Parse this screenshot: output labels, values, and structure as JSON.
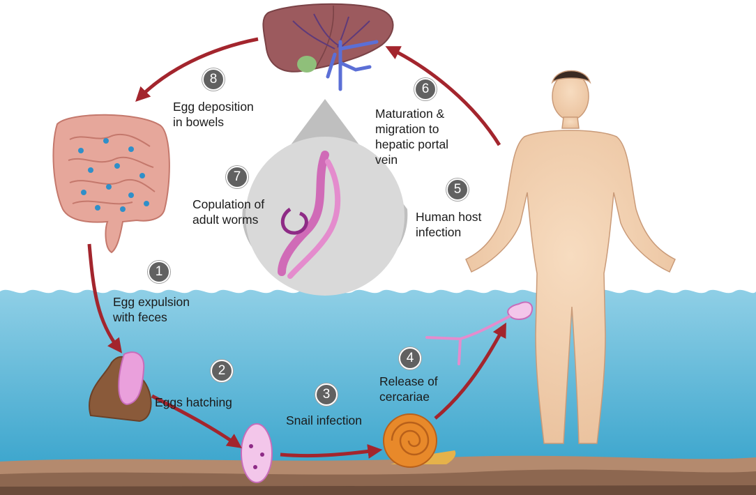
{
  "steps": [
    {
      "number": "1",
      "lines": [
        "Egg expulsion",
        "with feces"
      ]
    },
    {
      "number": "2",
      "lines": [
        "Eggs hatching"
      ]
    },
    {
      "number": "3",
      "lines": [
        "Snail infection"
      ]
    },
    {
      "number": "4",
      "lines": [
        "Release of",
        "cercariae"
      ]
    },
    {
      "number": "5",
      "lines": [
        "Human host",
        "infection"
      ]
    },
    {
      "number": "6",
      "lines": [
        "Maturation &",
        "migration to",
        "hepatic portal",
        "vein"
      ]
    },
    {
      "number": "7",
      "lines": [
        "Copulation of",
        "adult worms"
      ]
    },
    {
      "number": "8",
      "lines": [
        "Egg deposition",
        "in bowels"
      ]
    }
  ],
  "colors": {
    "arrow": "#a3252d",
    "water_top": "#8fcfe6",
    "water_bottom": "#2f9fc9",
    "sediment": "#b48a6e",
    "badge": "#616161",
    "skin": "#f2cfae",
    "liver": "#9c5a5e",
    "intestine": "#e6a79b",
    "egg_dots": "#2f8fc9",
    "worm": "#d06bb7",
    "snail": "#e8892a",
    "feces": "#8a5a3a"
  },
  "icons": [
    "liver-icon",
    "intestine-icon",
    "worm-pair-icon",
    "human-figure-icon",
    "feces-icon",
    "egg-icon",
    "miracidium-icon",
    "snail-icon",
    "cercaria-icon"
  ]
}
